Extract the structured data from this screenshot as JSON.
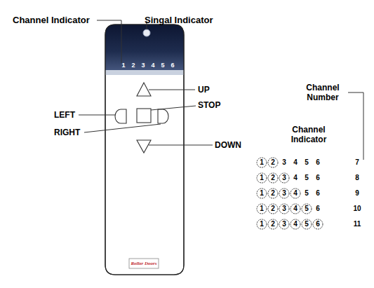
{
  "diagram": {
    "labels": [
      "Channel Indicator",
      "Singal Indicator",
      "1",
      "2",
      "3",
      "4",
      "5",
      "6",
      "UP",
      "STOP",
      "LEFT",
      "RIGHT",
      "DOWN",
      "Channel Number",
      "Channel Indicator",
      "1",
      "2",
      "3",
      "4",
      "5",
      "6",
      "7",
      "1",
      "2",
      "3",
      "4",
      "5",
      "6",
      "8",
      "1",
      "2",
      "3",
      "4",
      "5",
      "6",
      "9",
      "1",
      "2",
      "3",
      "4",
      "5",
      "6",
      "10",
      "1",
      "2",
      "3",
      "4",
      "5",
      "6",
      "11",
      "Roller Doors"
    ]
  }
}
